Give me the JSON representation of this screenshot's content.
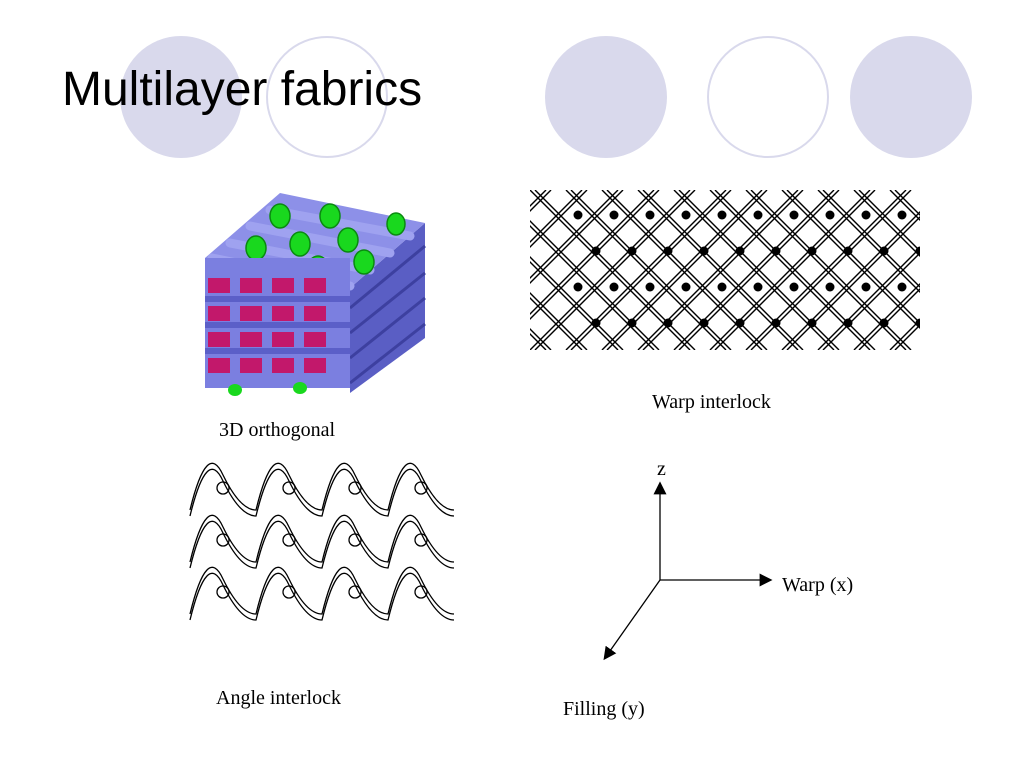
{
  "slide": {
    "title": "Multilayer fabrics"
  },
  "figures": {
    "orthogonal": {
      "caption": "3D orthogonal"
    },
    "warp_interlock": {
      "caption": "Warp interlock"
    },
    "angle_interlock": {
      "caption": "Angle interlock"
    },
    "axes": {
      "z_label": "z",
      "x_label": "Warp (x)",
      "y_label": "Filling (y)"
    }
  },
  "colors": {
    "decor_circle": "#d9d9ec",
    "yarn_blue": "#7b7fe0",
    "yarn_green": "#19d81e",
    "yarn_magenta": "#c2186b"
  }
}
